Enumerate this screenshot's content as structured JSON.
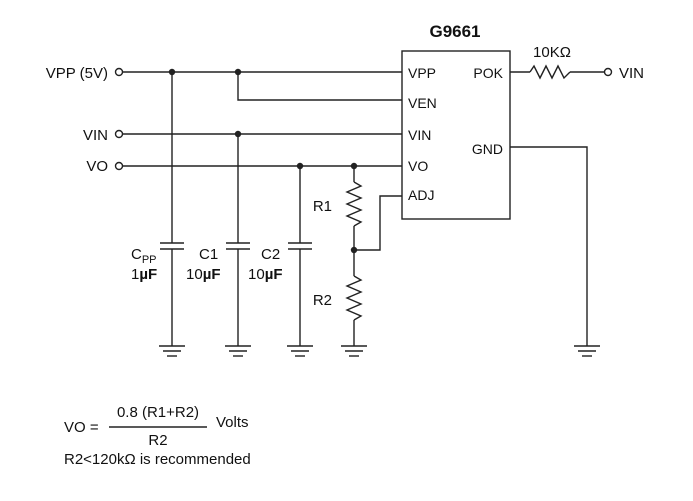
{
  "chip": {
    "name": "G9661",
    "pins_left": [
      "VPP",
      "VEN",
      "VIN",
      "VO",
      "ADJ"
    ],
    "pins_right": [
      "POK",
      "GND"
    ]
  },
  "terminals": {
    "vpp": "VPP (5V)",
    "vin": "VIN",
    "vo": "VO",
    "vin_out": "VIN"
  },
  "pullup_resistor": "10KΩ",
  "components": {
    "cpp": {
      "name": "C",
      "sub": "PP",
      "value_num": "1",
      "value_unit": "µF"
    },
    "c1": {
      "name": "C1",
      "value_num": "10",
      "value_unit": "µF"
    },
    "c2": {
      "name": "C2",
      "value_num": "10",
      "value_unit": "µF"
    },
    "r1": "R1",
    "r2": "R2"
  },
  "formula": {
    "lhs": "VO =",
    "numerator": "0.8 (R1+R2)",
    "denominator": "R2",
    "unit": "Volts",
    "note": "R2<120kΩ is recommended"
  }
}
